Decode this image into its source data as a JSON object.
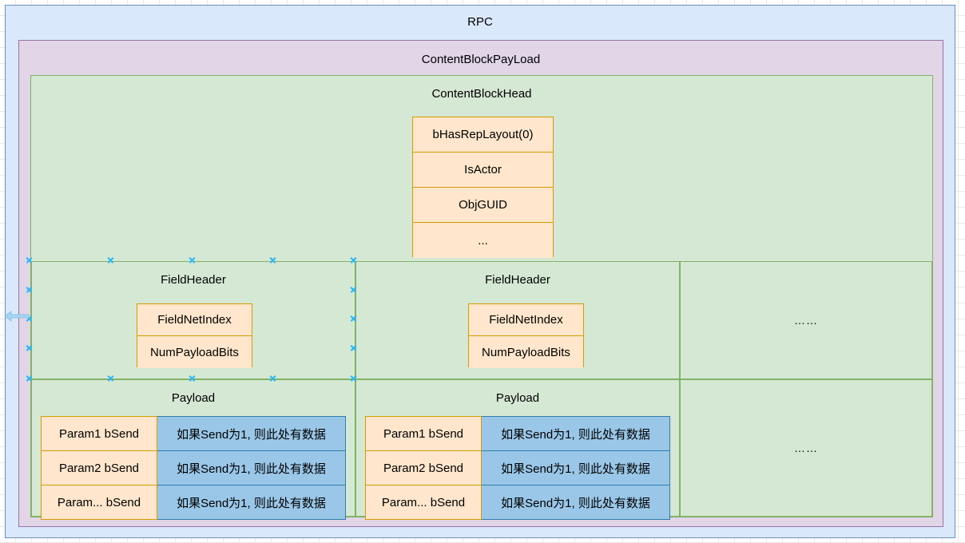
{
  "diagram": {
    "title": "RPC",
    "outer": {
      "label": "RPC",
      "fill": "#dae8fc",
      "stroke": "#6c8ebf"
    },
    "payload_container": {
      "label": "ContentBlockPayLoad",
      "fill": "#e1d5e7",
      "stroke": "#9673a6"
    },
    "body": {
      "fill": "#d5e8d4",
      "stroke": "#82b366"
    },
    "accent_orange_fill": "#ffe6cc",
    "accent_orange_stroke": "#d79b00",
    "accent_blue_fill": "#9ac7e8",
    "accent_blue_stroke": "#2f7cb0",
    "handle_color": "#29b6f6",
    "ellipsis": "……",
    "content_block_head": {
      "label": "ContentBlockHead",
      "fields": [
        {
          "label": "bHasRepLayout(0)"
        },
        {
          "label": "IsActor"
        },
        {
          "label": "ObjGUID"
        },
        {
          "label": "..."
        }
      ]
    },
    "field_headers": [
      {
        "label": "FieldHeader",
        "fields": [
          {
            "label": "FieldNetIndex"
          },
          {
            "label": "NumPayloadBits"
          }
        ]
      },
      {
        "label": "FieldHeader",
        "fields": [
          {
            "label": "FieldNetIndex"
          },
          {
            "label": "NumPayloadBits"
          }
        ]
      }
    ],
    "field_header_more": "……",
    "payloads": [
      {
        "label": "Payload",
        "rows": [
          {
            "name": "Param1 bSend",
            "value": "如果Send为1, 则此处有数据"
          },
          {
            "name": "Param2 bSend",
            "value": "如果Send为1, 则此处有数据"
          },
          {
            "name": "Param... bSend",
            "value": "如果Send为1, 则此处有数据"
          }
        ]
      },
      {
        "label": "Payload",
        "rows": [
          {
            "name": "Param1 bSend",
            "value": "如果Send为1, 则此处有数据"
          },
          {
            "name": "Param2 bSend",
            "value": "如果Send为1, 则此处有数据"
          },
          {
            "name": "Param... bSend",
            "value": "如果Send为1, 则此处有数据"
          }
        ]
      }
    ],
    "payload_more": "……"
  }
}
